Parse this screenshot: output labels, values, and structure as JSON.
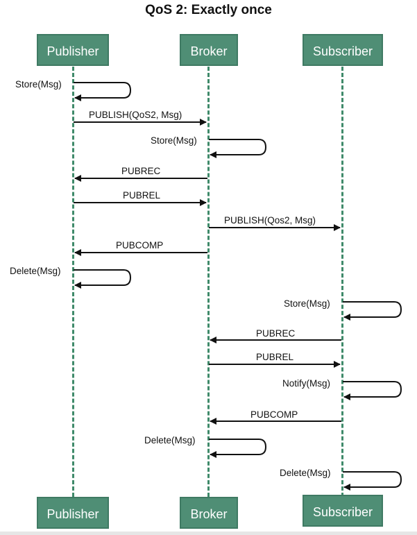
{
  "title": "QoS 2: Exactly once",
  "actors": {
    "publisher": "Publisher",
    "broker": "Broker",
    "subscriber": "Subscriber"
  },
  "messages": {
    "m1": "Store(Msg)",
    "m2": "PUBLISH(QoS2, Msg)",
    "m3": "Store(Msg)",
    "m4": "PUBREC",
    "m5": "PUBREL",
    "m6": "PUBLISH(Qos2, Msg)",
    "m7": "PUBCOMP",
    "m8": "Delete(Msg)",
    "m9": "Store(Msg)",
    "m10": "PUBREC",
    "m11": "PUBREL",
    "m12": "Notify(Msg)",
    "m13": "PUBCOMP",
    "m14": "Delete(Msg)",
    "m15": "Delete(Msg)"
  },
  "colors": {
    "actor_fill": "#4f8e75",
    "lifeline": "#3f8a6a",
    "arrow": "#111111"
  }
}
